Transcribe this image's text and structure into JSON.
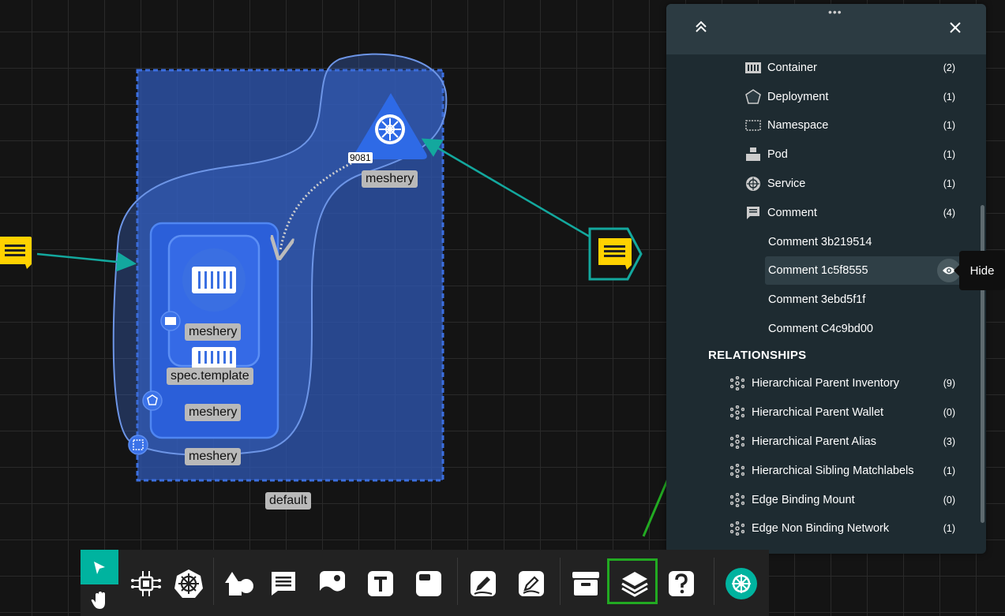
{
  "canvas": {
    "nodes": {
      "service_port": "9081",
      "service_label": "meshery",
      "pod_label": "meshery",
      "template_label": "spec.template",
      "deployment_label": "meshery",
      "namespace_label": "meshery",
      "group_label": "default"
    }
  },
  "panel": {
    "components": [
      {
        "label": "Container",
        "count": "(2)",
        "icon": "container-icon"
      },
      {
        "label": "Deployment",
        "count": "(1)",
        "icon": "deployment-icon"
      },
      {
        "label": "Namespace",
        "count": "(1)",
        "icon": "namespace-icon"
      },
      {
        "label": "Pod",
        "count": "(1)",
        "icon": "pod-icon"
      },
      {
        "label": "Service",
        "count": "(1)",
        "icon": "service-icon"
      },
      {
        "label": "Comment",
        "count": "(4)",
        "icon": "comment-icon"
      }
    ],
    "comments": [
      {
        "label": "Comment 3b219514"
      },
      {
        "label": "Comment 1c5f8555"
      },
      {
        "label": "Comment 3ebd5f1f"
      },
      {
        "label": "Comment C4c9bd00"
      }
    ],
    "relationships_title": "RELATIONSHIPS",
    "relationships": [
      {
        "label": "Hierarchical Parent Inventory",
        "count": "(9)"
      },
      {
        "label": "Hierarchical Parent Wallet",
        "count": "(0)"
      },
      {
        "label": "Hierarchical Parent Alias",
        "count": "(3)"
      },
      {
        "label": "Hierarchical Sibling Matchlabels",
        "count": "(1)"
      },
      {
        "label": "Edge Binding Mount",
        "count": "(0)"
      },
      {
        "label": "Edge Non Binding Network",
        "count": "(1)"
      }
    ],
    "tooltip": "Hide"
  },
  "colors": {
    "accent": "#00b39f",
    "comment_yellow": "#ffd200",
    "k8s_blue": "#326ce5",
    "highlight_green": "#22aa22"
  }
}
